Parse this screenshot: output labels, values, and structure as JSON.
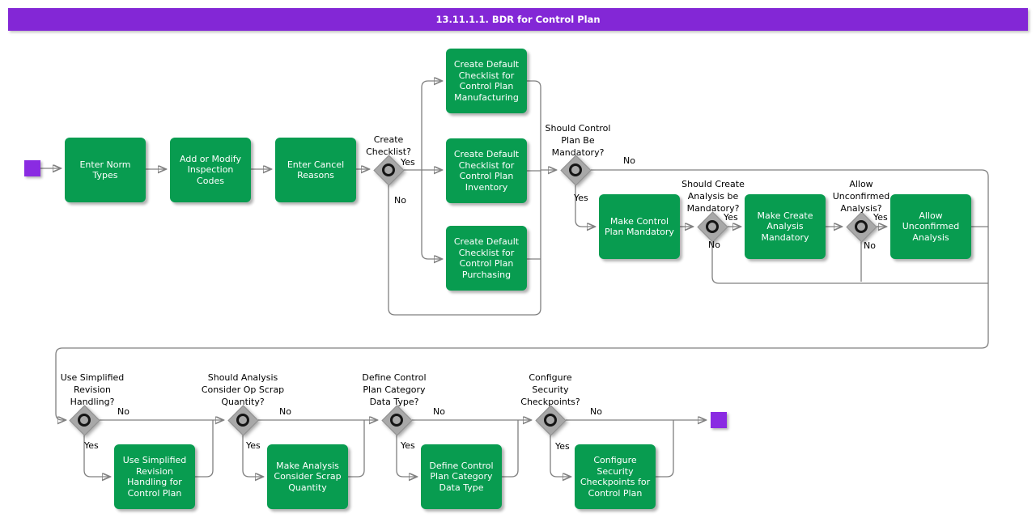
{
  "title": "13.11.1.1. BDR for Control Plan",
  "colors": {
    "activity_green": "#089C50",
    "terminal_purple": "#8A2BE2",
    "titlebar_purple": "#8327D6",
    "decision_gray": "#A8A8A8",
    "line_gray": "#808080"
  },
  "activities": [
    {
      "label": "Enter Norm\nTypes"
    },
    {
      "label": "Add or Modify\nInspection\nCodes"
    },
    {
      "label": "Enter Cancel\nReasons"
    },
    {
      "label": "Create Default\nChecklist for\nControl Plan\nManufacturing"
    },
    {
      "label": "Create Default\nChecklist for\nControl Plan\nInventory"
    },
    {
      "label": "Create Default\nChecklist for\nControl Plan\nPurchasing"
    },
    {
      "label": "Make Control\nPlan Mandatory"
    },
    {
      "label": "Make Create\nAnalysis\nMandatory"
    },
    {
      "label": "Allow\nUnconfirmed\nAnalysis"
    },
    {
      "label": "Use Simplified\nRevision\nHandling for\nControl Plan"
    },
    {
      "label": "Make Analysis\nConsider Scrap\nQuantity"
    },
    {
      "label": "Define Control\nPlan Category\nData Type"
    },
    {
      "label": "Configure\nSecurity\nCheckpoints for\nControl Plan"
    }
  ],
  "decisions": [
    {
      "question": "Create\nChecklist?",
      "yes": "Yes",
      "no": "No"
    },
    {
      "question": "Should Control\nPlan Be\nMandatory?",
      "yes": "Yes",
      "no": "No"
    },
    {
      "question": "Should Create\nAnalysis be\nMandatory?",
      "yes": "Yes",
      "no": "No"
    },
    {
      "question": "Allow\nUnconfirmed\nAnalysis?",
      "yes": "Yes",
      "no": "No"
    },
    {
      "question": "Use Simplified\nRevision\nHandling?",
      "yes": "Yes",
      "no": "No"
    },
    {
      "question": "Should Analysis\nConsider Op Scrap\nQuantity?",
      "yes": "Yes",
      "no": "No"
    },
    {
      "question": "Define Control\nPlan Category\nData Type?",
      "yes": "Yes",
      "no": "No"
    },
    {
      "question": "Configure\nSecurity\nCheckpoints?",
      "yes": "Yes",
      "no": "No"
    }
  ]
}
